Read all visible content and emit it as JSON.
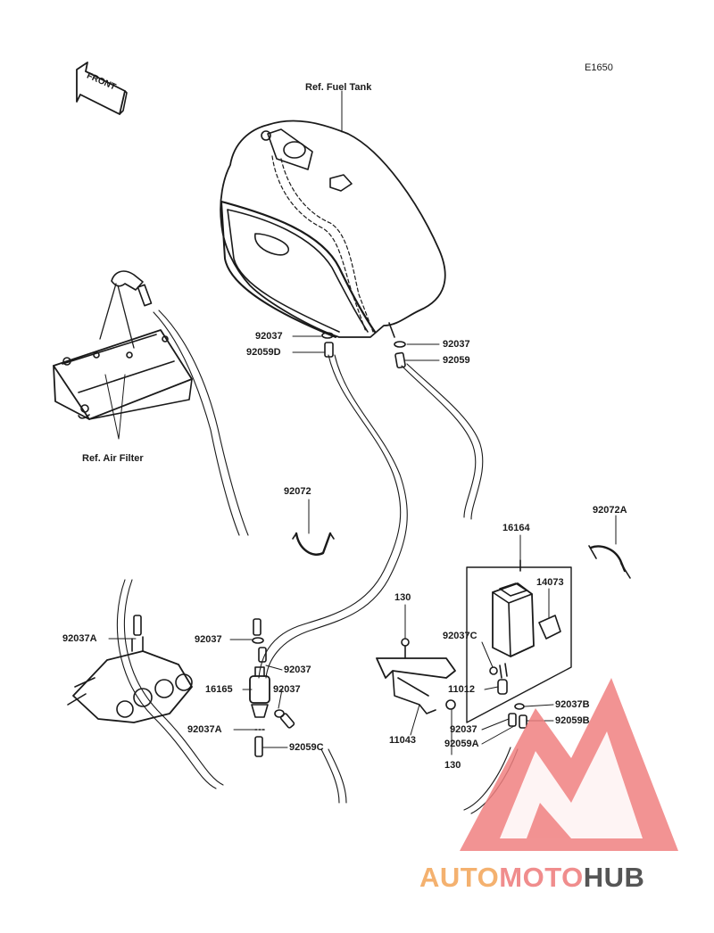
{
  "figure_code": "E1650",
  "front_label": "FRONT",
  "references": {
    "fuel_tank": "Ref. Fuel Tank",
    "air_filter": "Ref. Air Filter"
  },
  "parts": {
    "p92037_tank_l": "92037",
    "p92059D": "92059D",
    "p92037_tank_r": "92037",
    "p92059": "92059",
    "p92072": "92072",
    "p92072A": "92072A",
    "p16164": "16164",
    "p14073": "14073",
    "p130_top": "130",
    "p92037C": "92037C",
    "p11012": "11012",
    "p92037B": "92037B",
    "p92059B": "92059B",
    "p92037_can": "92037",
    "p92059A": "92059A",
    "p11043": "11043",
    "p130_bot": "130",
    "p92037A_left": "92037A",
    "p92037_pump_top": "92037",
    "p92037_pump_mid": "92037",
    "p16165": "16165",
    "p92037_pump_low": "92037",
    "p92037A_pump": "92037A",
    "p92059C": "92059C"
  },
  "watermark": {
    "part1": "AUTO",
    "part2": "MOTO",
    "part3": "HUB",
    "colors": {
      "auto": "#f4b16f",
      "moto": "#f08d8d",
      "hub": "#555555",
      "triangle": "#f08080"
    }
  }
}
